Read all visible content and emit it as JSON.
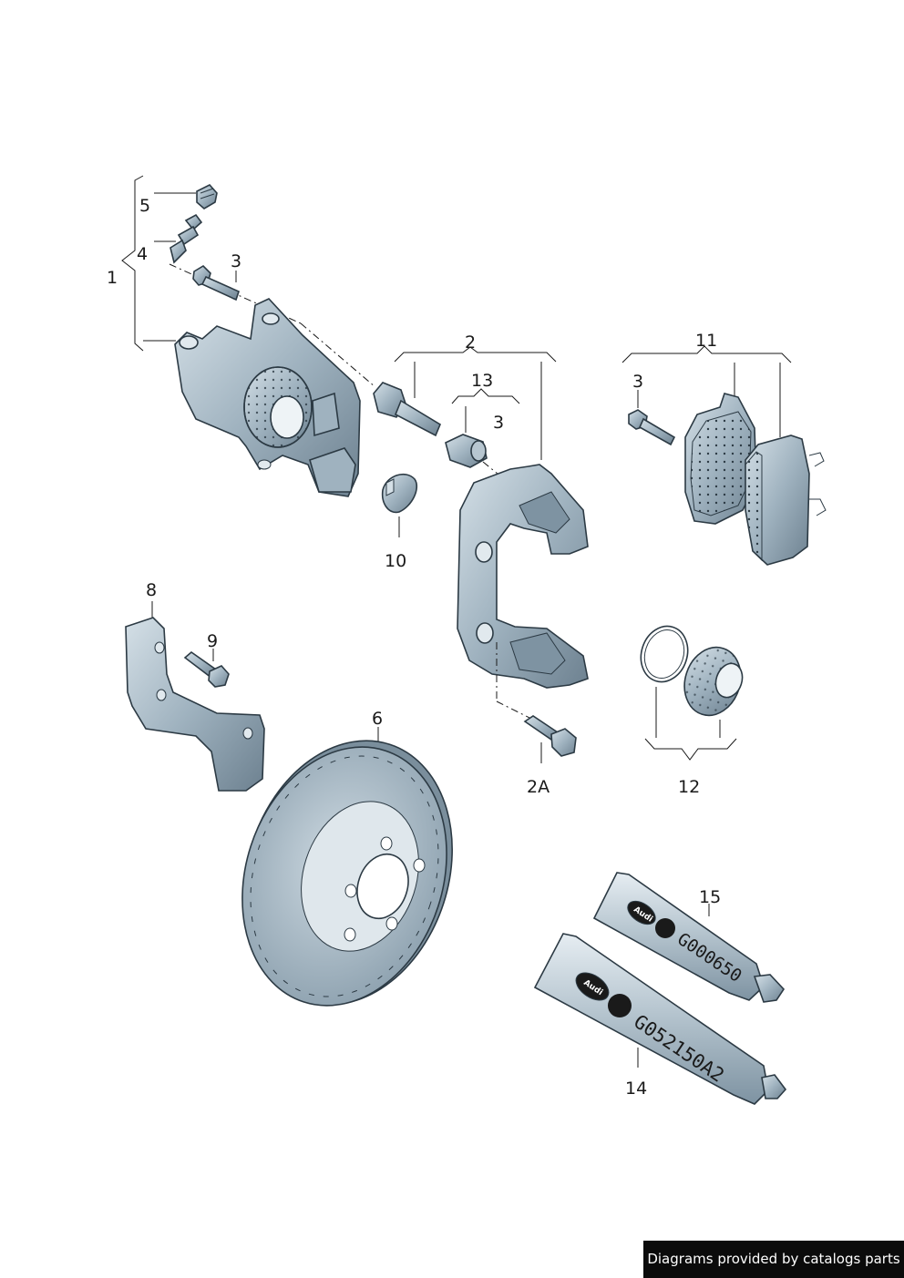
{
  "callouts": {
    "c1": "1",
    "c2": "2",
    "c2a": "2A",
    "c3a": "3",
    "c3b": "3",
    "c3c": "3",
    "c4": "4",
    "c5": "5",
    "c6": "6",
    "c8": "8",
    "c9": "9",
    "c10": "10",
    "c11": "11",
    "c12": "12",
    "c13": "13",
    "c14": "14",
    "c15": "15"
  },
  "tubes": {
    "small": {
      "brand": "Audi",
      "code": "G000650"
    },
    "large": {
      "brand": "Audi",
      "code": "G052150A2"
    }
  },
  "footer": {
    "credit": "Diagrams provided by catalogs parts"
  },
  "colors": {
    "metal": "#8fa3b1",
    "metal_light": "#c9d6de",
    "metal_dark": "#5c7080",
    "label": "#1a1a1a",
    "footer_bg": "#0b0b0b"
  }
}
